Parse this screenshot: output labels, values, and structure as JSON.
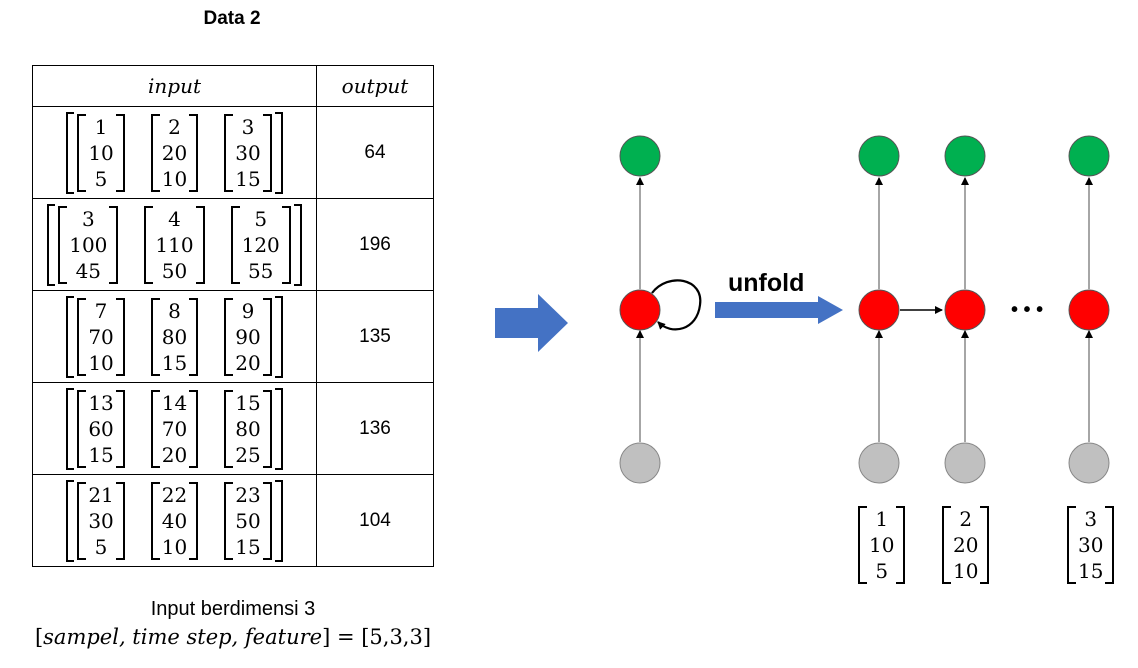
{
  "title": "Data 2",
  "table": {
    "header_input": "input",
    "header_output": "output",
    "rows": [
      {
        "inputs": [
          [
            "1",
            "10",
            "5"
          ],
          [
            "2",
            "20",
            "10"
          ],
          [
            "3",
            "30",
            "15"
          ]
        ],
        "output": "64"
      },
      {
        "inputs": [
          [
            "3",
            "100",
            "45"
          ],
          [
            "4",
            "110",
            "50"
          ],
          [
            "5",
            "120",
            "55"
          ]
        ],
        "output": "196"
      },
      {
        "inputs": [
          [
            "7",
            "70",
            "10"
          ],
          [
            "8",
            "80",
            "15"
          ],
          [
            "9",
            "90",
            "20"
          ]
        ],
        "output": "135"
      },
      {
        "inputs": [
          [
            "13",
            "60",
            "15"
          ],
          [
            "14",
            "70",
            "20"
          ],
          [
            "15",
            "80",
            "25"
          ]
        ],
        "output": "136"
      },
      {
        "inputs": [
          [
            "21",
            "30",
            "5"
          ],
          [
            "22",
            "40",
            "10"
          ],
          [
            "23",
            "50",
            "15"
          ]
        ],
        "output": "104"
      }
    ]
  },
  "footer": {
    "line1": "Input berdimensi 3",
    "line2_vars": "sampel, time step, feature",
    "line2_value": "= [5,3,3]"
  },
  "diagram": {
    "unfold_label": "unfold",
    "ellipsis": "• • •",
    "node_colors": {
      "output": "#00b050",
      "hidden": "#ff0000",
      "input": "#c0c0c0"
    },
    "arrow_color": "#4472c4",
    "unfolded_inputs": [
      [
        "1",
        "10",
        "5"
      ],
      [
        "2",
        "20",
        "10"
      ],
      [
        "3",
        "30",
        "15"
      ]
    ]
  }
}
